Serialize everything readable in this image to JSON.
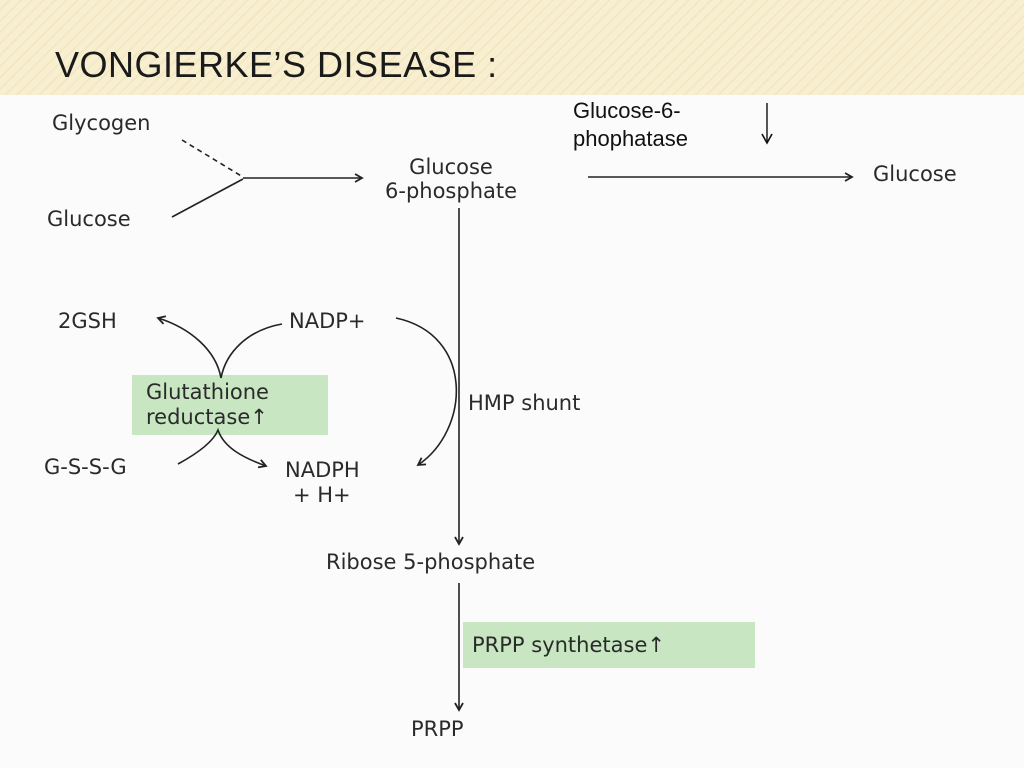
{
  "slide": {
    "title": "VONGIERKE’S DISEASE :"
  },
  "annotation": {
    "line1": "Glucose-6-",
    "line2": "phophatase"
  },
  "nodes": {
    "glycogen": "Glycogen",
    "glucose_in": "Glucose",
    "g6p_line1": "Glucose",
    "g6p_line2": "6-phosphate",
    "glucose_out": "Glucose",
    "gsh": "2GSH",
    "nadp": "NADP+",
    "gssg": "G-S-S-G",
    "nadph_line1": "NADPH",
    "nadph_line2": "+ H+",
    "hmp": "HMP  shunt",
    "ribose": "Ribose 5-phosphate",
    "prpp": "PRPP"
  },
  "enzymes": {
    "glutathione_line1": "Glutathione",
    "glutathione_line2": "reductase↑",
    "prpp_synthetase": "PRPP synthetase↑"
  },
  "colors": {
    "enzyme_box": "#c7e6c1",
    "header_bg": "#f7efcf",
    "ink": "#2a2a2a"
  }
}
